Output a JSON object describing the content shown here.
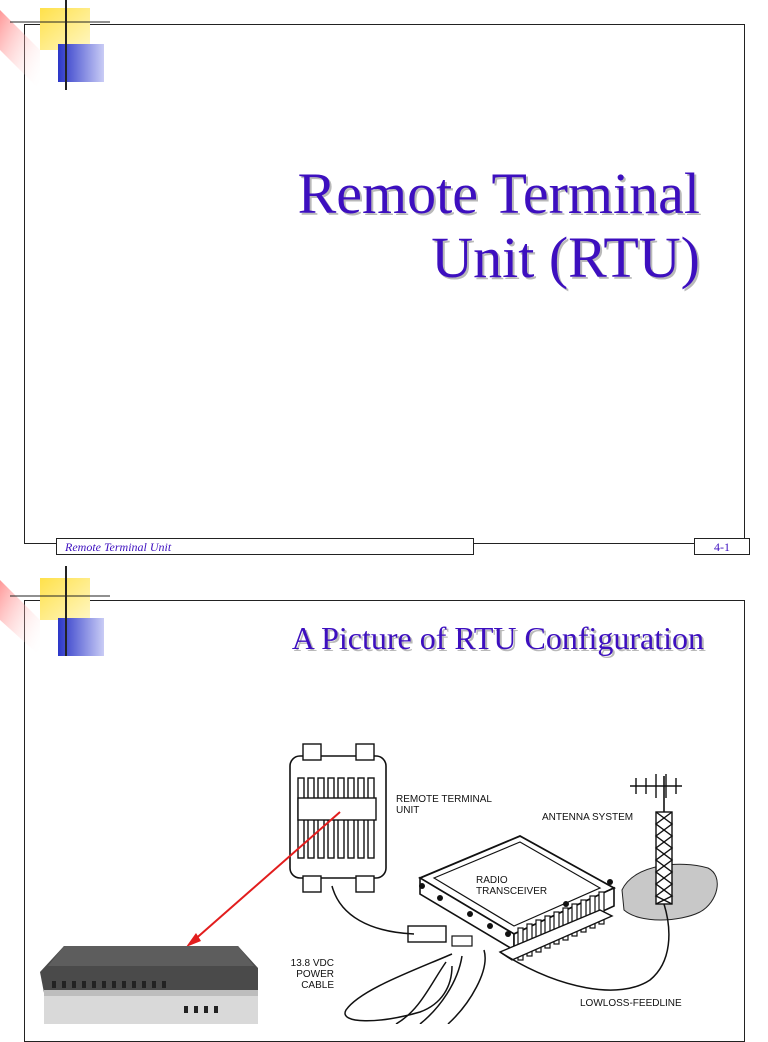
{
  "slide1": {
    "title_line1": "Remote Terminal",
    "title_line2": "Unit (RTU)",
    "footer_left": "Remote Terminal Unit",
    "footer_right": "4-1"
  },
  "slide2": {
    "title": "A Picture of RTU Configuration",
    "labels": {
      "rtu": [
        "REMOTE TERMINAL",
        "UNIT"
      ],
      "antenna": "ANTENNA SYSTEM",
      "radio": [
        "RADIO",
        "TRANSCEIVER"
      ],
      "power": [
        "13.8 VDC",
        "POWER",
        "CABLE"
      ],
      "feedline": "LOWLOSS-FEEDLINE"
    }
  },
  "colors": {
    "title": "#3d0fbf",
    "arrow": "#e21d1d",
    "deco_yellow": "#ffdb3b",
    "deco_blue": "#2b36c8"
  }
}
